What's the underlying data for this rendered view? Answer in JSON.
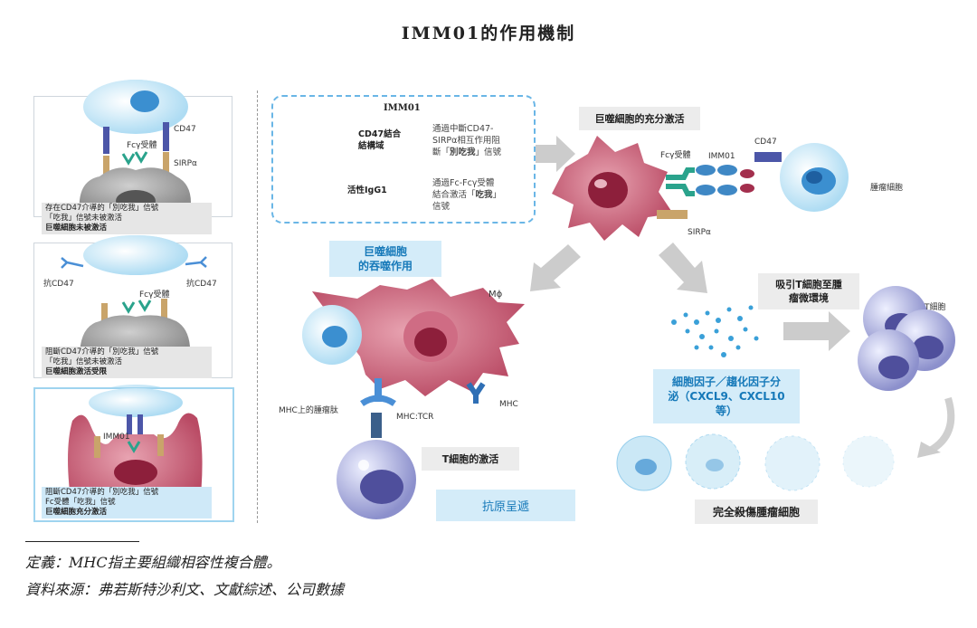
{
  "title": "IMM01的作用機制",
  "left_panels": [
    {
      "labels": {
        "cd47": "CD47",
        "sirpa": "SIRPα",
        "fcgr": "Fcγ受體"
      },
      "caption_lines": [
        "存在CD47介導的「別吃我」信號",
        "「吃我」信號未被激活"
      ],
      "caption_bold": "巨噬細胞未被激活"
    },
    {
      "labels": {
        "anti_left": "抗CD47",
        "anti_right": "抗CD47",
        "fcgr": "Fcγ受體"
      },
      "caption_lines": [
        "阻斷CD47介導的「別吃我」信號",
        "「吃我」信號未被激活"
      ],
      "caption_bold": "巨噬細胞激活受限"
    },
    {
      "labels": {
        "imm01": "IMM01"
      },
      "caption_lines": [
        "阻斷CD47介導的「別吃我」信號",
        "Fc受體「吃我」信號"
      ],
      "caption_bold": "巨噬細胞充分激活"
    }
  ],
  "imm_box": {
    "title": "IMM01",
    "cd47_binding": "CD47結合結構域",
    "cd47_desc": [
      "通過中斷CD47-",
      "SIRPα相互作用阻",
      "斷「別吃我」信號"
    ],
    "cd47_desc_bold": "別吃我",
    "igg1": "活性IgG1",
    "igg1_desc": [
      "通過Fc-Fcγ受體",
      "結合激活「吃我」",
      "信號"
    ],
    "igg1_desc_bold": "吃我"
  },
  "macrophage_top": {
    "heading": "巨噬細胞的充分激活",
    "fcgr": "Fcγ受體",
    "imm01": "IMM01",
    "cd47": "CD47",
    "sirpa": "SIRPα",
    "tumor": "腫瘤細胞"
  },
  "phagocytosis": {
    "heading_lines": [
      "巨噬細胞",
      "的吞噬作用"
    ],
    "mphi": "Mϕ",
    "mhc_tumor": "MHC上的腫瘤肽",
    "mhc_tcr": "MHC:TCR",
    "mhc": "MHC",
    "tcell_activation": "T細胞的激活",
    "antigen": "抗原呈遞"
  },
  "cytokine": {
    "attract_lines": [
      "吸引T細胞至腫",
      "瘤微環境"
    ],
    "tcell": "T細胞",
    "cytokine_lines": [
      "細胞因子／趨化因子分",
      "泌（CXCL9、CXCL10",
      "等）"
    ],
    "kill": "完全殺傷腫瘤細胞"
  },
  "footnotes": {
    "definition": "定義：MHC指主要組織相容性複合體。",
    "source": "資料來源：弗若斯特沙利文、文獻綜述、公司數據"
  },
  "colors": {
    "macrophage": "#c9576f",
    "tumor": "#c4e6f7",
    "tcell": "#a9acde",
    "accent_blue": "#1679b9",
    "arrow": "#cccccc"
  }
}
